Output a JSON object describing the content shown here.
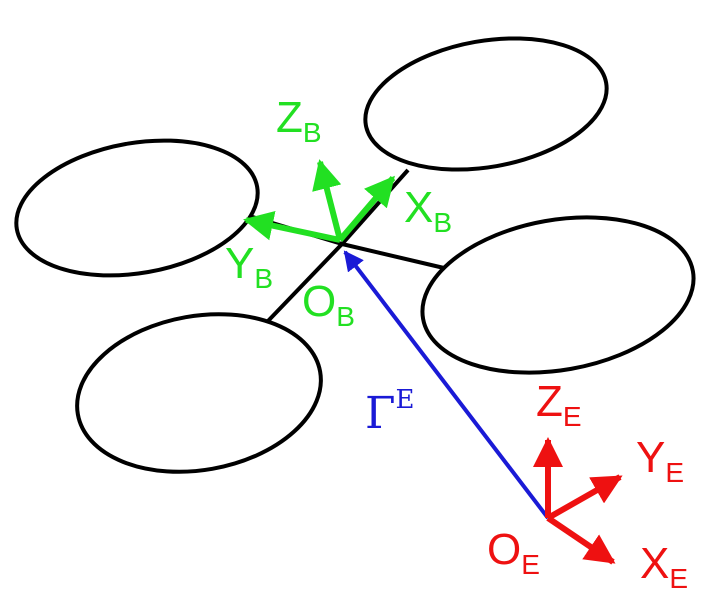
{
  "colors": {
    "frame": "#000000",
    "body_frame": "#22e022",
    "earth_frame": "#ee1111",
    "position_vector": "#1a1ad6"
  },
  "body_frame": {
    "x_axis": {
      "main": "X",
      "sub": "B"
    },
    "y_axis": {
      "main": "Y",
      "sub": "B"
    },
    "z_axis": {
      "main": "Z",
      "sub": "B"
    },
    "origin": {
      "main": "O",
      "sub": "B"
    }
  },
  "earth_frame": {
    "x_axis": {
      "main": "X",
      "sub": "E"
    },
    "y_axis": {
      "main": "Y",
      "sub": "E"
    },
    "z_axis": {
      "main": "Z",
      "sub": "E"
    },
    "origin": {
      "main": "O",
      "sub": "E"
    }
  },
  "position_vector": {
    "main": "Γ",
    "sup": "E"
  }
}
